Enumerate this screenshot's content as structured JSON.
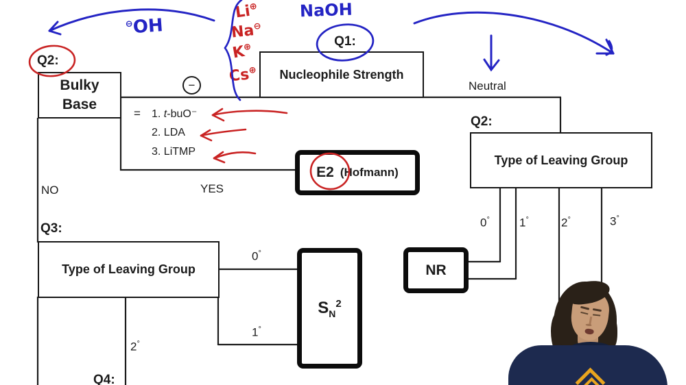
{
  "colors": {
    "ink_blue": "#2424c4",
    "ink_red": "#c92323",
    "line_black": "#1b1b1b",
    "shirt_navy": "#1d2a4f",
    "logo_gold": "#e9a51e"
  },
  "flowchart": {
    "q1": "Q1:",
    "q2_left": "Q2:",
    "q2_right": "Q2:",
    "q3": "Q3:",
    "q4": "Q4:",
    "boxes": {
      "bulky_base_line1": "Bulky",
      "bulky_base_line2": "Base",
      "nucleophile_strength": "Nucleophile Strength",
      "leaving_group_right": "Type of Leaving Group",
      "leaving_group_left": "Type of Leaving Group",
      "e2": "E2",
      "e2_suffix": "(Hofmann)",
      "sn2_s": "S",
      "sn2_n": "N",
      "sn2_2": "2",
      "nr": "NR"
    },
    "branches": {
      "no": "NO",
      "yes": "YES",
      "neutral": "Neutral",
      "minus_sign": "−",
      "deg_left_0": {
        "v": "0",
        "s": "°"
      },
      "deg_left_1": {
        "v": "1",
        "s": "°"
      },
      "deg_left_2": {
        "v": "2",
        "s": "°"
      },
      "deg_right_0": {
        "v": "0",
        "s": "°"
      },
      "deg_right_1": {
        "v": "1",
        "s": "°"
      },
      "deg_right_2": {
        "v": "2",
        "s": "°"
      },
      "deg_right_3": {
        "v": "3",
        "s": "°"
      }
    },
    "base_list": {
      "eq": "=",
      "item1_num": "1.",
      "item1_it": "t",
      "item1_rest": "-buO⁻",
      "item2": "2. LDA",
      "item3": "3. LiTMP"
    }
  },
  "handwriting": {
    "hydroxide_charge": "⊖",
    "hydroxide": "OH",
    "naoh": "NaOH",
    "cations": [
      {
        "el": "Li",
        "charge": "⊕"
      },
      {
        "el": "Na",
        "charge": "⊖"
      },
      {
        "el": "K",
        "charge": "⊕"
      },
      {
        "el": "Cs",
        "charge": "⊕"
      }
    ]
  }
}
